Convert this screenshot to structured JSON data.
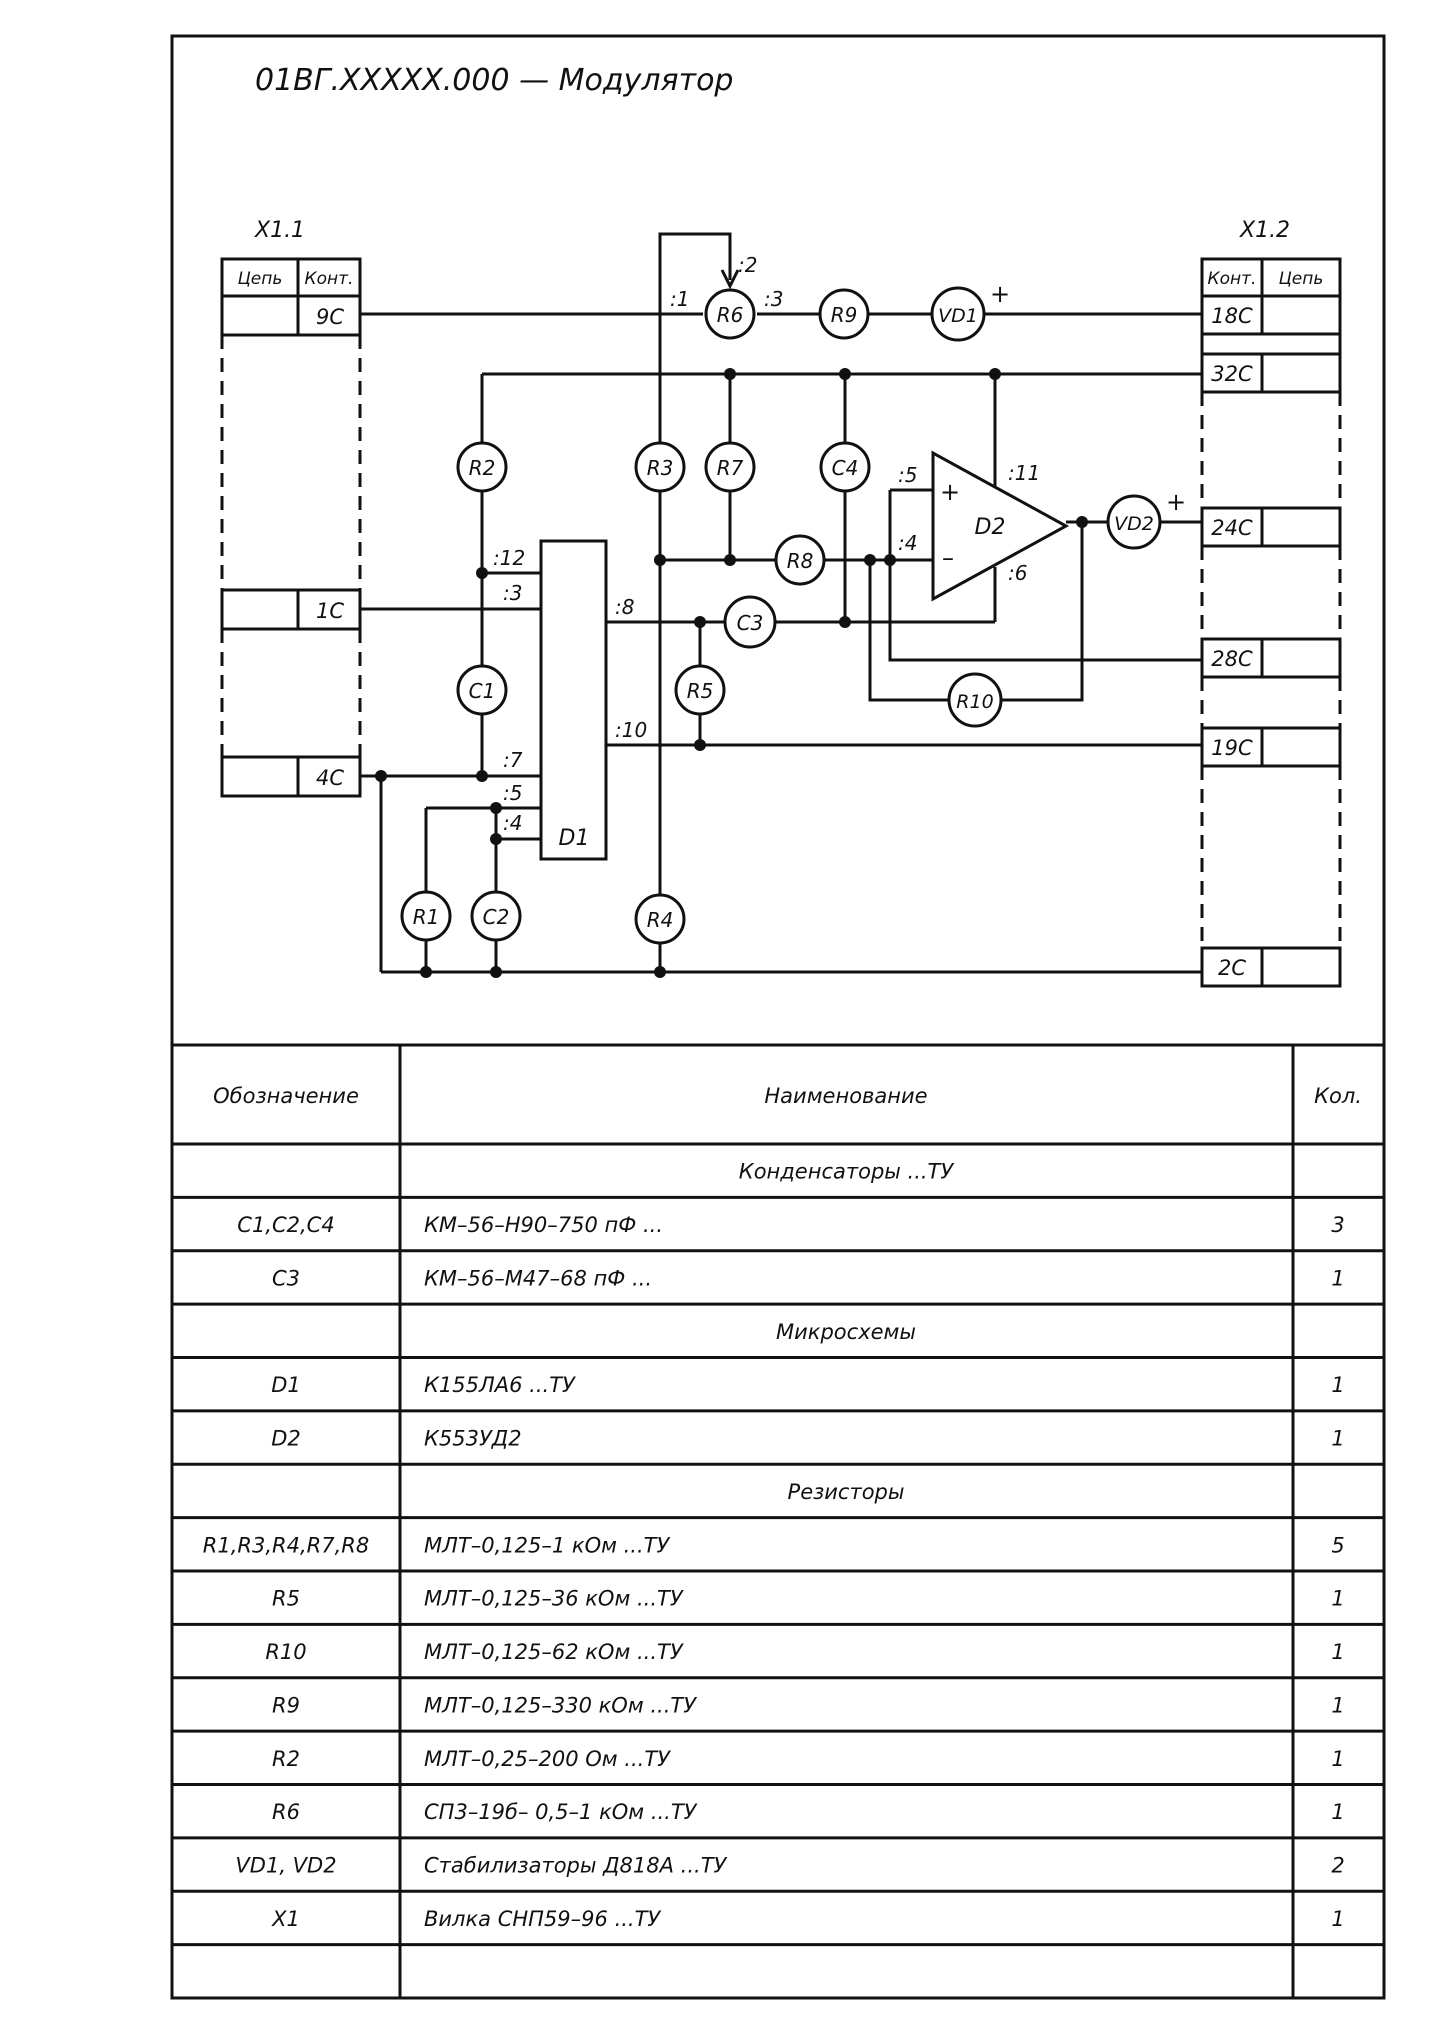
{
  "title": "01ВГ.ХХХХХ.000 — Модулятор",
  "connectors": {
    "x11": {
      "label": "X1.1",
      "headers": [
        "Цепь",
        "Конт."
      ],
      "pins": [
        "9C",
        "1C",
        "4C"
      ]
    },
    "x12": {
      "label": "X1.2",
      "headers": [
        "Конт.",
        "Цепь"
      ],
      "pins": [
        "18C",
        "32C",
        "24C",
        "28C",
        "19C",
        "2C"
      ]
    }
  },
  "components": [
    "R1",
    "R2",
    "R3",
    "R4",
    "R5",
    "R6",
    "R7",
    "R8",
    "R9",
    "R10",
    "C1",
    "C2",
    "C3",
    "C4",
    "VD1",
    "VD2"
  ],
  "ics": [
    "D1",
    "D2"
  ],
  "pins": {
    "d1": [
      ":12",
      ":3",
      ":7",
      ":5",
      ":4",
      ":8",
      ":10"
    ],
    "d2": [
      ":5",
      ":4",
      ":11",
      ":6"
    ],
    "r6": [
      ":1",
      ":2",
      ":3"
    ]
  },
  "symbols": {
    "plus": "+",
    "minus": "–"
  },
  "bom": {
    "headers": [
      "Обозначение",
      "Наименование",
      "Кол."
    ],
    "rows": [
      {
        "des": "",
        "name": "Конденсаторы ...ТУ",
        "qty": "",
        "group": true
      },
      {
        "des": "C1,C2,C4",
        "name": "КМ–56–Н90–750 пФ ...",
        "qty": "3",
        "group": false
      },
      {
        "des": "C3",
        "name": "КМ–56–М47–68 пФ ...",
        "qty": "1",
        "group": false
      },
      {
        "des": "",
        "name": "Микросхемы",
        "qty": "",
        "group": true
      },
      {
        "des": "D1",
        "name": "К155ЛА6 ...ТУ",
        "qty": "1",
        "group": false
      },
      {
        "des": "D2",
        "name": "К553УД2",
        "qty": "1",
        "group": false
      },
      {
        "des": "",
        "name": "Резисторы",
        "qty": "",
        "group": true
      },
      {
        "des": "R1,R3,R4,R7,R8",
        "name": "МЛТ–0,125–1 кОм ...ТУ",
        "qty": "5",
        "group": false
      },
      {
        "des": "R5",
        "name": "МЛТ–0,125–36 кОм ...ТУ",
        "qty": "1",
        "group": false
      },
      {
        "des": "R10",
        "name": "МЛТ–0,125–62 кОм ...ТУ",
        "qty": "1",
        "group": false
      },
      {
        "des": "R9",
        "name": "МЛТ–0,125–330 кОм ...ТУ",
        "qty": "1",
        "group": false
      },
      {
        "des": "R2",
        "name": "МЛТ–0,25–200 Ом ...ТУ",
        "qty": "1",
        "group": false
      },
      {
        "des": "R6",
        "name": "СП3–19б– 0,5–1 кОм ...ТУ",
        "qty": "1",
        "group": false
      },
      {
        "des": "VD1, VD2",
        "name": "Стабилизаторы Д818А ...ТУ",
        "qty": "2",
        "group": false
      },
      {
        "des": "X1",
        "name": "Вилка СНП59–96 ...ТУ",
        "qty": "1",
        "group": false
      },
      {
        "des": "",
        "name": "",
        "qty": "",
        "group": false
      }
    ]
  }
}
